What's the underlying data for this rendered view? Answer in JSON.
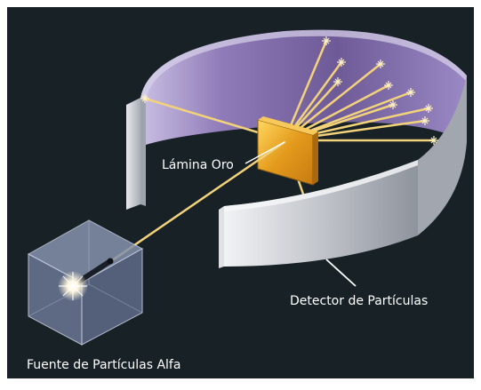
{
  "labels": {
    "foil": "Lámina Oro",
    "detector": "Detector de Partículas",
    "source": "Fuente de Partículas Alfa"
  },
  "colors": {
    "background": "#172126",
    "frame": "#ffffff",
    "beam": "#f2d27a",
    "gold": "#e0a32a",
    "ring_inner": "#7e6aa5",
    "ring_outer": "#bfc2c8",
    "cube": "#6f7e9c",
    "label_text": "#ffffff"
  },
  "icons": {
    "flash": "starburst-icon",
    "impact": "sparkle-icon"
  }
}
